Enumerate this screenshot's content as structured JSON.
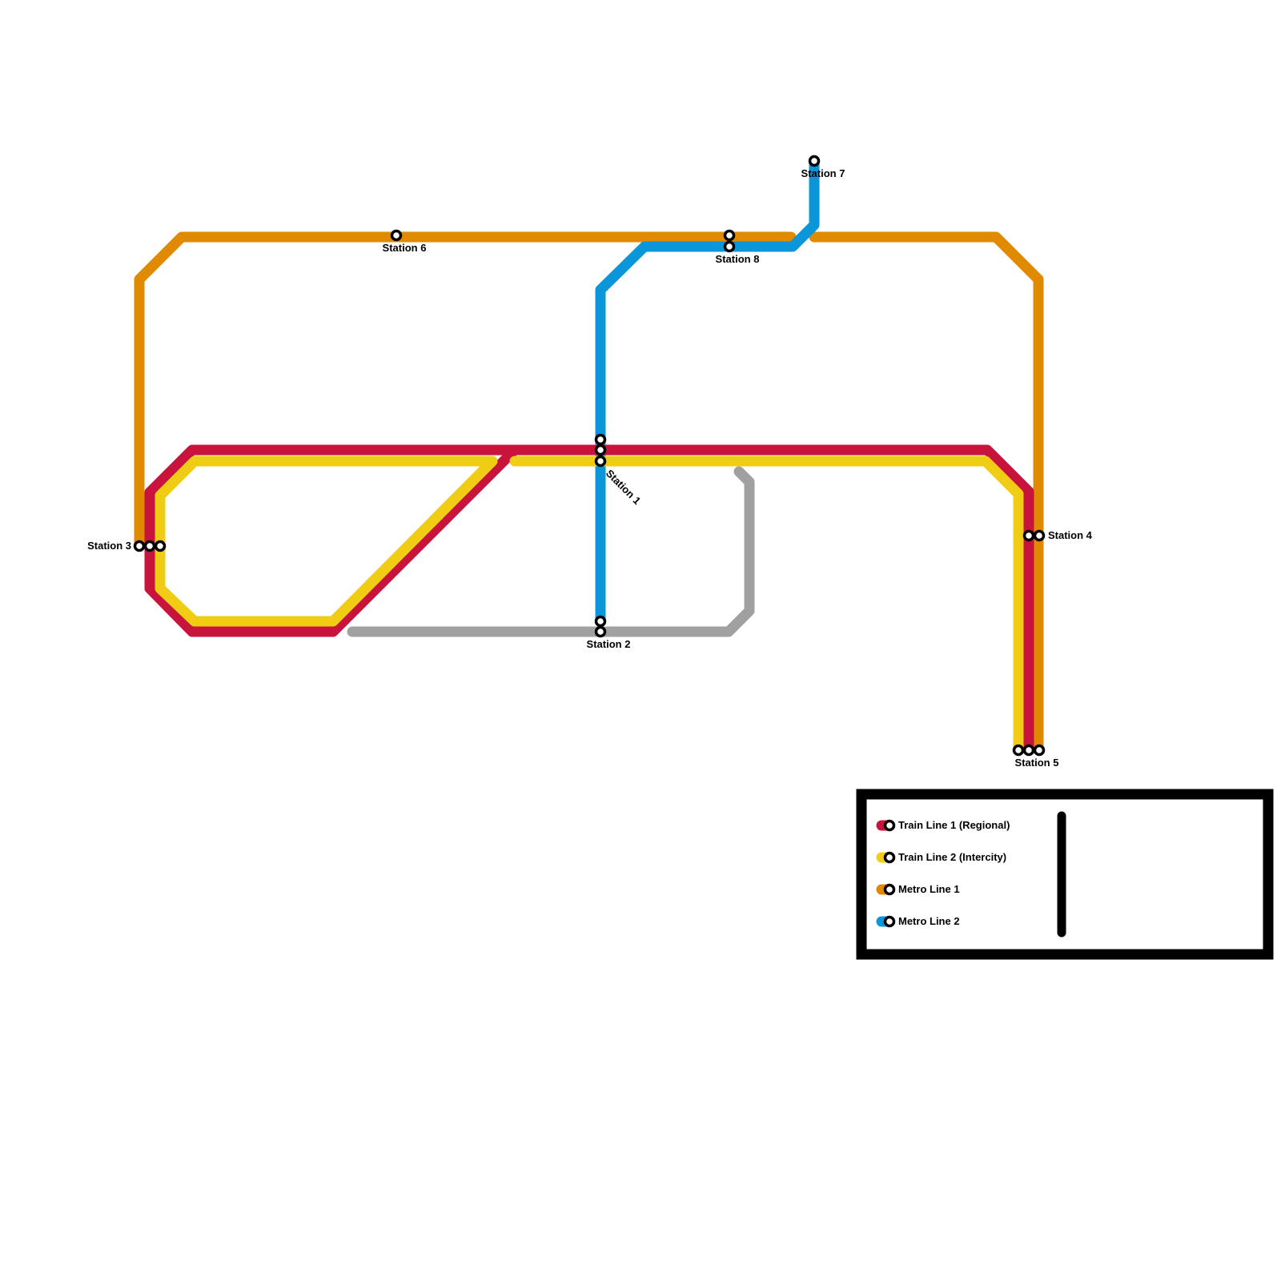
{
  "map": {
    "lines": [
      {
        "id": "train1",
        "name": "Train Line 1 (Regional)",
        "color": "#c8143c"
      },
      {
        "id": "train2",
        "name": "Train Line 2 (Intercity)",
        "color": "#f0cd14"
      },
      {
        "id": "metro1",
        "name": "Metro Line 1",
        "color": "#e08a00"
      },
      {
        "id": "metro2",
        "name": "Metro Line 2",
        "color": "#0a96d8"
      },
      {
        "id": "unnamed",
        "name": "",
        "color": "#a0a0a0"
      }
    ],
    "stations": {
      "s1": "Station 1",
      "s2": "Station 2",
      "s3": "Station 3",
      "s4": "Station 4",
      "s5": "Station 5",
      "s6": "Station 6",
      "s7": "Station 7",
      "s8": "Station 8"
    },
    "legend": {
      "items": [
        {
          "label": "Train Line 1 (Regional)",
          "color": "#c8143c"
        },
        {
          "label": "Train Line 2 (Intercity)",
          "color": "#f0cd14"
        },
        {
          "label": "Metro Line 1",
          "color": "#e08a00"
        },
        {
          "label": "Metro Line 2",
          "color": "#0a96d8"
        }
      ]
    }
  }
}
